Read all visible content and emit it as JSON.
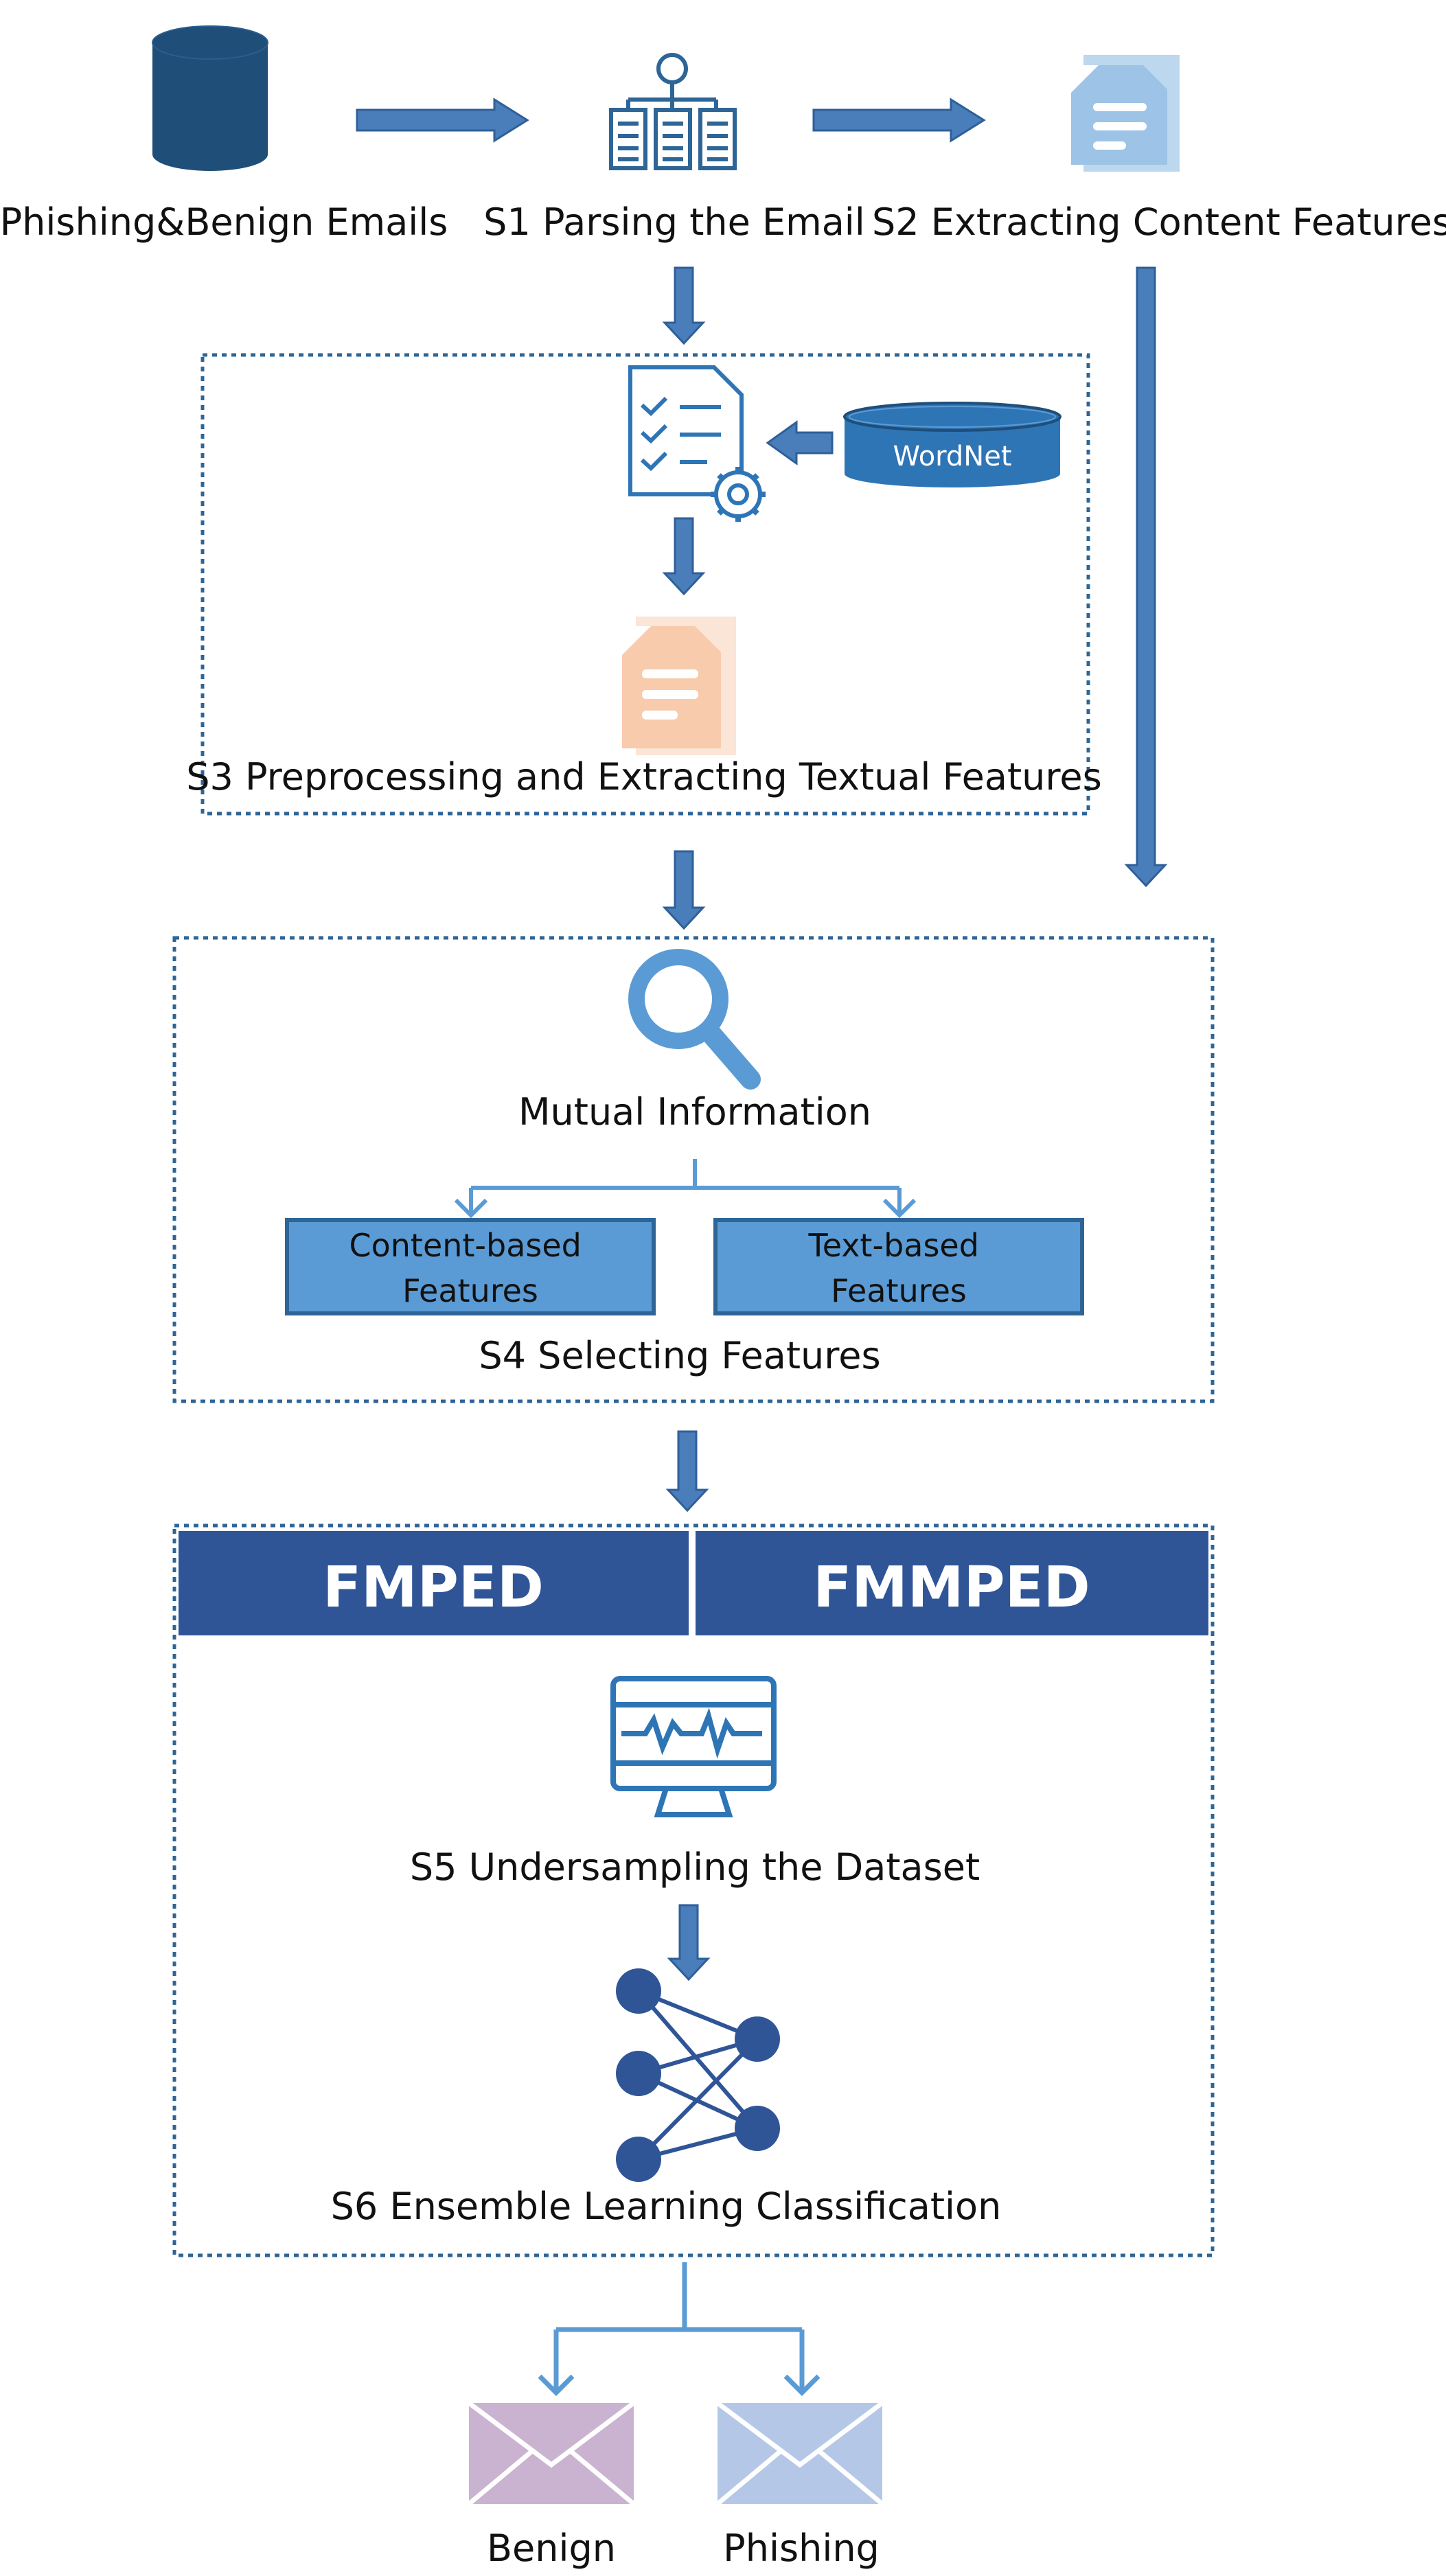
{
  "sources": {
    "emails_label": "Phishing&Benign Emails",
    "s1_label": "S1 Parsing the Email",
    "s2_label": "S2 Extracting Content Features"
  },
  "preprocess": {
    "wordnet_label": "WordNet",
    "s3_label": "S3 Preprocessing and Extracting Textual Features"
  },
  "selection": {
    "method_label": "Mutual Information",
    "content_box": [
      "Content-based",
      "Features"
    ],
    "text_box": [
      "Text-based",
      "Features"
    ],
    "s4_label": "S4 Selecting Features"
  },
  "models": {
    "left_header": "FMPED",
    "right_header": "FMMPED",
    "s5_label": "S5 Undersampling the Dataset",
    "s6_label": "S6 Ensemble Learning Classification"
  },
  "outputs": {
    "benign_label": "Benign",
    "phishing_label": "Phishing"
  },
  "colors": {
    "arrow_fill": "#4a7ebb",
    "arrow_stroke": "#2f5f98",
    "dark_navy": "#1f4e79",
    "header_blue": "#2f5597",
    "box_blue": "#5b9bd5",
    "light_doc": "#9dc3e6",
    "orange_doc": "#f8cbad",
    "benign_envelope": "#c9b3d1",
    "phishing_envelope": "#b4c7e7",
    "dotted_border": "#2e6597"
  },
  "icons": [
    "database-icon",
    "hierarchy-document-icon",
    "document-icon",
    "checklist-gear-icon",
    "search-icon",
    "monitor-waveform-icon",
    "neural-network-icon",
    "envelope-icon"
  ]
}
